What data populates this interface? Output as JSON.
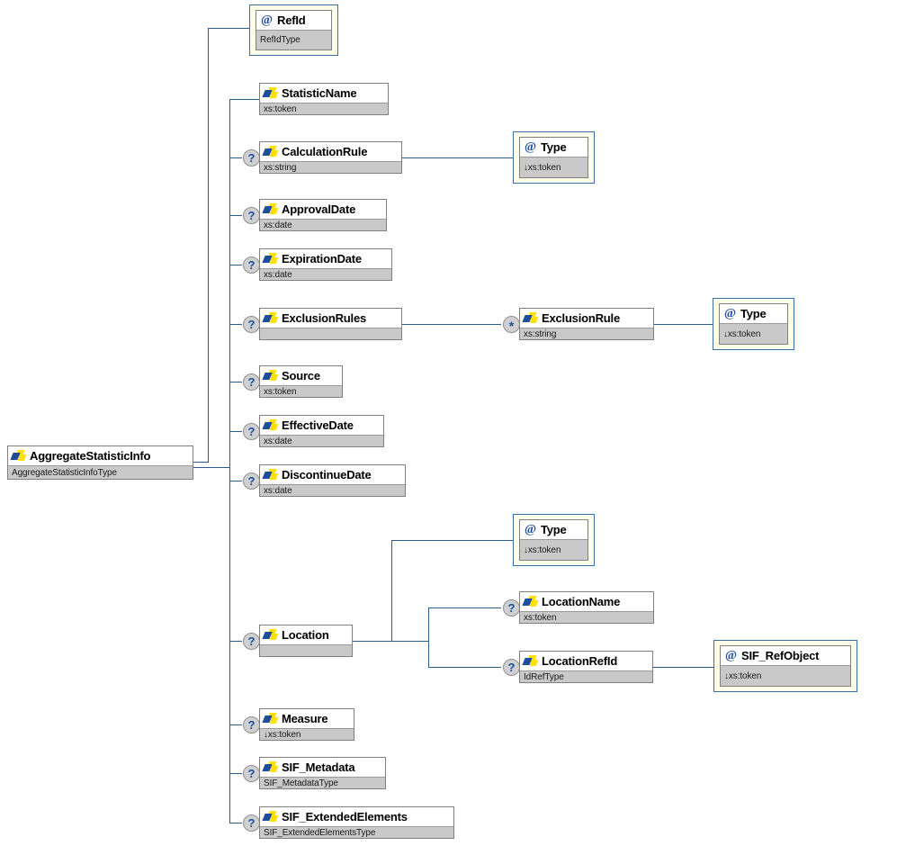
{
  "diagram": {
    "title": "AggregateStatisticInfo",
    "type": "xml-schema-tree",
    "colors": {
      "line": "#2d5c8a",
      "attribute_frame": "#3b6ea5",
      "attribute_fill": "#fdfde8",
      "type_bar": "#c9c9c9",
      "icon_yellow": "#ffe000",
      "icon_blue": "#1f4e9c",
      "badge_fill": "#d0d0d0"
    },
    "icons": {
      "element": "element-icon",
      "attribute": "at-sign-icon",
      "optional": "question-badge",
      "repeating": "asterisk-badge"
    }
  },
  "root": {
    "name": "AggregateStatisticInfo",
    "type": "AggregateStatisticInfoType",
    "kind": "element"
  },
  "nodes": [
    {
      "id": "refid",
      "name": "RefId",
      "type": "RefIdType",
      "kind": "attribute",
      "occurrence": ""
    },
    {
      "id": "statisticname",
      "name": "StatisticName",
      "type": "xs:token",
      "kind": "element",
      "occurrence": ""
    },
    {
      "id": "calculationrule",
      "name": "CalculationRule",
      "type": "xs:string",
      "kind": "element",
      "occurrence": "?"
    },
    {
      "id": "calcrule_type",
      "name": "Type",
      "type": "↓xs:token",
      "kind": "attribute",
      "occurrence": ""
    },
    {
      "id": "approvaldate",
      "name": "ApprovalDate",
      "type": "xs:date",
      "kind": "element",
      "occurrence": "?"
    },
    {
      "id": "expirationdate",
      "name": "ExpirationDate",
      "type": "xs:date",
      "kind": "element",
      "occurrence": "?"
    },
    {
      "id": "exclusionrules",
      "name": "ExclusionRules",
      "type": "",
      "kind": "element",
      "occurrence": "?"
    },
    {
      "id": "exclusionrule",
      "name": "ExclusionRule",
      "type": "xs:string",
      "kind": "element",
      "occurrence": "*"
    },
    {
      "id": "exclrule_type",
      "name": "Type",
      "type": "↓xs:token",
      "kind": "attribute",
      "occurrence": ""
    },
    {
      "id": "source",
      "name": "Source",
      "type": "xs:token",
      "kind": "element",
      "occurrence": "?"
    },
    {
      "id": "effectivedate",
      "name": "EffectiveDate",
      "type": "xs:date",
      "kind": "element",
      "occurrence": "?"
    },
    {
      "id": "discontinuedate",
      "name": "DiscontinueDate",
      "type": "xs:date",
      "kind": "element",
      "occurrence": "?"
    },
    {
      "id": "location",
      "name": "Location",
      "type": "",
      "kind": "element",
      "occurrence": "?"
    },
    {
      "id": "location_type",
      "name": "Type",
      "type": "↓xs:token",
      "kind": "attribute",
      "occurrence": ""
    },
    {
      "id": "locationname",
      "name": "LocationName",
      "type": "xs:token",
      "kind": "element",
      "occurrence": "?"
    },
    {
      "id": "locationrefid",
      "name": "LocationRefId",
      "type": "IdRefType",
      "kind": "element",
      "occurrence": "?"
    },
    {
      "id": "sif_refobject",
      "name": "SIF_RefObject",
      "type": "↓xs:token",
      "kind": "attribute",
      "occurrence": ""
    },
    {
      "id": "measure",
      "name": "Measure",
      "type": "↓xs:token",
      "kind": "element",
      "occurrence": "?"
    },
    {
      "id": "sif_metadata",
      "name": "SIF_Metadata",
      "type": "SIF_MetadataType",
      "kind": "element",
      "occurrence": "?"
    },
    {
      "id": "sif_extended",
      "name": "SIF_ExtendedElements",
      "type": "SIF_ExtendedElementsType",
      "kind": "element",
      "occurrence": "?"
    }
  ]
}
